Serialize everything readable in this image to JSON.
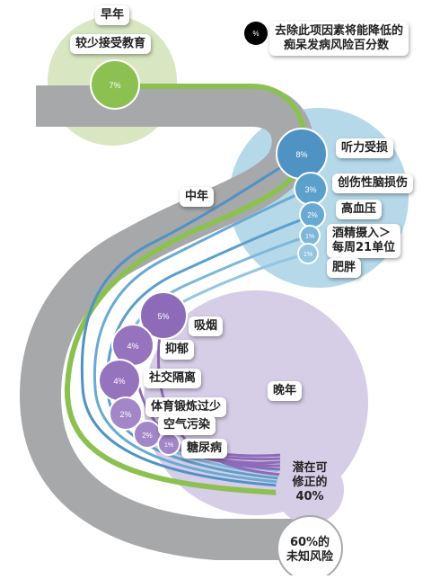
{
  "stages": {
    "early": "早年",
    "mid": "中年",
    "late": "晚年"
  },
  "legend": {
    "marker": "%",
    "text_line1": "去除此项因素将能降低的",
    "text_line2": "痴呆发病风险百分数"
  },
  "factors": [
    {
      "id": "education",
      "label": "较少接受教育",
      "pct": "7%",
      "value": 7
    },
    {
      "id": "hearing",
      "label": "听力受损",
      "pct": "8%",
      "value": 8
    },
    {
      "id": "tbi",
      "label": "创伤性脑损伤",
      "pct": "3%",
      "value": 3
    },
    {
      "id": "hypertension",
      "label": "高血压",
      "pct": "2%",
      "value": 2
    },
    {
      "id": "alcohol",
      "label_line1": "酒精摄入＞",
      "label_line2": "每周21单位",
      "pct": "1%",
      "value": 1
    },
    {
      "id": "obesity",
      "label": "肥胖",
      "pct": "1%",
      "value": 1
    },
    {
      "id": "smoking",
      "label": "吸烟",
      "pct": "5%",
      "value": 5
    },
    {
      "id": "depression",
      "label": "抑郁",
      "pct": "4%",
      "value": 4
    },
    {
      "id": "isolation",
      "label": "社交隔离",
      "pct": "4%",
      "value": 4
    },
    {
      "id": "inactivity",
      "label": "体育锻炼过少",
      "pct": "2%",
      "value": 2
    },
    {
      "id": "pollution",
      "label": "空气污染",
      "pct": "2%",
      "value": 2
    },
    {
      "id": "diabetes",
      "label": "糖尿病",
      "pct": "1%",
      "value": 1
    }
  ],
  "summary": {
    "modifiable_line1": "潜在可",
    "modifiable_line2": "修正的",
    "modifiable_pct": "40%",
    "unknown_line1": "60%的",
    "unknown_line2": "未知风险"
  },
  "colors": {
    "road": "#a7a8aa",
    "green": "#8cc152",
    "blue": "#5b9fcb",
    "purple": "#9673bd",
    "early_bg": "#d8e6c2",
    "mid_bg": "#b6d9ea",
    "late_bg": "#d6cde7"
  }
}
